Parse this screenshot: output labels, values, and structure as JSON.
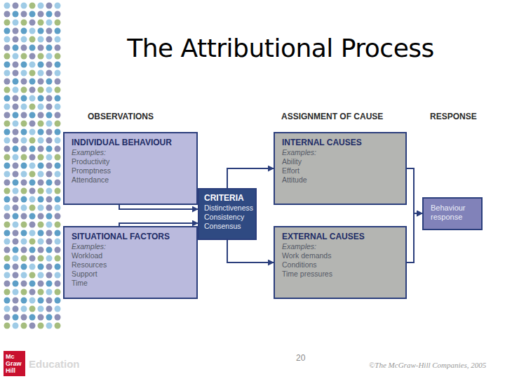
{
  "diagram": {
    "title": "The Attributional Process",
    "nodes": [
      {
        "text": [
          "INDIVIDUAL BEHAVIOUR",
          "Examples:",
          "Productivity",
          "Promptness",
          "Attendance"
        ]
      },
      {
        "text": [
          "SITUATIONAL FACTORS",
          "Examples:",
          "Workload",
          "Resources",
          "Support",
          "Time"
        ]
      },
      {
        "text": [
          "CRITERIA",
          "Distinctiveness",
          "Consistency",
          "Consensus"
        ]
      },
      {
        "text": [
          "INTERNAL CAUSES",
          "Examples:",
          "Ability",
          "Effort",
          "Attitude"
        ]
      },
      {
        "text": [
          "EXTERNAL CAUSES",
          "Examples:",
          "Work demands",
          "Conditions",
          "Time pressures"
        ]
      },
      {
        "text": [
          "Behaviour response"
        ]
      }
    ],
    "edges": [
      {
        "from": 0,
        "to": 2,
        "arrow": "to"
      },
      {
        "from": 1,
        "to": 2,
        "arrow": "to"
      },
      {
        "from": 2,
        "to": 3,
        "arrow": "to"
      },
      {
        "from": 2,
        "to": 4,
        "arrow": "to"
      },
      {
        "from": 3,
        "to": 5,
        "arrow": "to"
      },
      {
        "from": 4,
        "to": 5,
        "arrow": "to"
      }
    ],
    "labels": [
      "OBSERVATIONS",
      "ASSIGNMENT OF CAUSE",
      "RESPONSE",
      "Mc",
      "Graw",
      "Hill",
      "Education",
      "20",
      "©The McGraw-Hill Companies, 2005"
    ]
  }
}
